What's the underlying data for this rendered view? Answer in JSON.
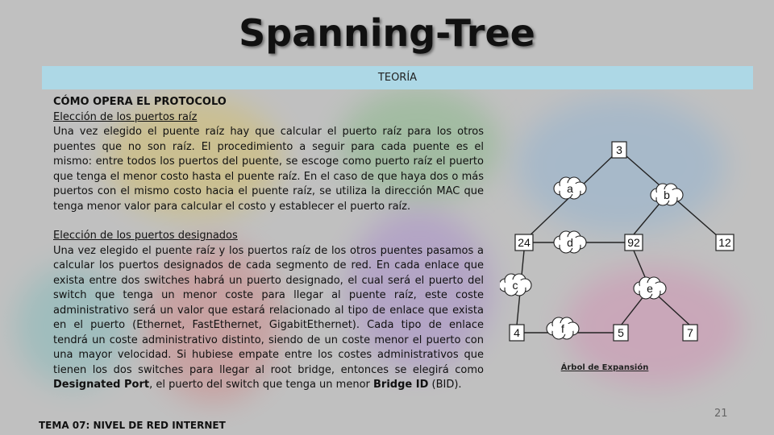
{
  "slide": {
    "title": "Spanning-Tree",
    "section": "TEORÍA",
    "heading": "CÓMO OPERA EL PROTOCOLO",
    "sub1": "Elección de los puertos raíz",
    "para1": "Una vez elegido el puente raíz hay que calcular el puerto raíz para los otros puentes que no son raíz. El procedimiento a seguir para cada puente es el mismo: entre todos los puertos del puente, se escoge como puerto raíz el puerto que tenga el menor costo hasta el puente raíz. En el caso de que haya dos o más puertos con el mismo costo hacia el puente raíz, se utiliza la dirección MAC que tenga menor valor para calcular el costo y establecer el puerto raíz.",
    "sub2": "Elección de los puertos designados",
    "para2_a": "Una vez elegido el puente raíz y los puertos raíz de los otros puentes pasamos a calcular los puertos designados de cada segmento de red. En cada enlace que exista entre dos switches habrá un puerto designado, el cual será el puerto del switch que tenga un menor coste para llegar al puente raíz, este coste administrativo será un valor que estará relacionado al tipo de enlace que exista en el puerto (Ethernet, FastEthernet, GigabitEthernet). Cada tipo de enlace tendrá un coste administrativo distinto, siendo de un coste menor el puerto con una mayor velocidad. Si hubiese empate entre los costes administrativos que tienen los dos switches para llegar al root bridge, entonces se elegirá como ",
    "para2_bold1": "Designated Port",
    "para2_b": ", el puerto del switch que tenga un menor ",
    "para2_bold2": "Bridge ID",
    "para2_c": " (BID).",
    "page_number": "21",
    "footer": "TEMA 07: NIVEL DE RED INTERNET"
  },
  "diagram": {
    "caption": "Árbol de Expansión",
    "switches": [
      "3",
      "24",
      "92",
      "12",
      "4",
      "5",
      "7"
    ],
    "segments": [
      "a",
      "b",
      "d",
      "c",
      "e",
      "f"
    ]
  },
  "colors": {
    "banner": "#add8e6",
    "background": "#bdbdbd"
  }
}
